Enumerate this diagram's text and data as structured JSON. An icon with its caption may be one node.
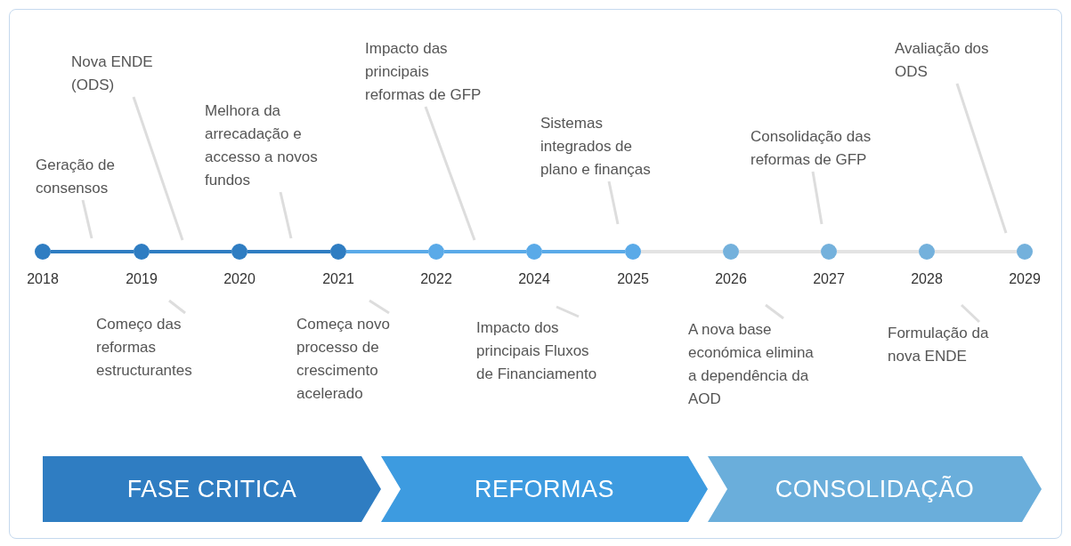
{
  "diagram": {
    "nodes": [
      {
        "text": [
          "2018"
        ]
      },
      {
        "text": [
          "2019"
        ]
      },
      {
        "text": [
          "2020"
        ]
      },
      {
        "text": [
          "2021"
        ]
      },
      {
        "text": [
          "2022"
        ]
      },
      {
        "text": [
          "2024"
        ]
      },
      {
        "text": [
          "2025"
        ]
      },
      {
        "text": [
          "2026"
        ]
      },
      {
        "text": [
          "2027"
        ]
      },
      {
        "text": [
          "2028"
        ]
      },
      {
        "text": [
          "2029"
        ]
      },
      {
        "text": [
          "Geração de consensos"
        ]
      },
      {
        "text": [
          "Nova ENDE (ODS)"
        ]
      },
      {
        "text": [
          "Melhora da arrecadação e accesso a novos fundos"
        ]
      },
      {
        "text": [
          "Impacto das principais reformas de GFP"
        ]
      },
      {
        "text": [
          "Sistemas integrados de plano e finanças"
        ]
      },
      {
        "text": [
          "Consolidação das reformas de GFP"
        ]
      },
      {
        "text": [
          "Avaliação dos ODS"
        ]
      },
      {
        "text": [
          "Começo das reformas estructurantes"
        ]
      },
      {
        "text": [
          "Começa novo processo de crescimento acelerado"
        ]
      },
      {
        "text": [
          "Impacto dos principais Fluxos de Financiamento"
        ]
      },
      {
        "text": [
          "A nova base económica elimina a dependência da AOD"
        ]
      },
      {
        "text": [
          "Formulação da nova ENDE"
        ]
      },
      {
        "text": [
          "FASE CRITICA"
        ]
      },
      {
        "text": [
          "REFORMAS"
        ]
      },
      {
        "text": [
          "CONSOLIDAÇÃO"
        ]
      }
    ],
    "edges": [
      {
        "from": 0,
        "to": 1,
        "arrow": "none",
        "color": "#2f7dc2"
      },
      {
        "from": 1,
        "to": 2,
        "arrow": "none",
        "color": "#2f7dc2"
      },
      {
        "from": 2,
        "to": 3,
        "arrow": "none",
        "color": "#2f7dc2"
      },
      {
        "from": 3,
        "to": 4,
        "arrow": "none",
        "color": "#5aaae8"
      },
      {
        "from": 4,
        "to": 5,
        "arrow": "none",
        "color": "#5aaae8"
      },
      {
        "from": 5,
        "to": 6,
        "arrow": "none",
        "color": "#5aaae8"
      },
      {
        "from": 6,
        "to": 7,
        "arrow": "none",
        "color": "#e3e3e3"
      },
      {
        "from": 7,
        "to": 8,
        "arrow": "none",
        "color": "#e3e3e3"
      },
      {
        "from": 8,
        "to": 9,
        "arrow": "none",
        "color": "#e3e3e3"
      },
      {
        "from": 9,
        "to": 10,
        "arrow": "none",
        "color": "#e3e3e3"
      },
      {
        "from": 11,
        "to": null,
        "arrow": "none"
      },
      {
        "from": 12,
        "to": null,
        "arrow": "none"
      },
      {
        "from": 13,
        "to": null,
        "arrow": "none"
      },
      {
        "from": 14,
        "to": null,
        "arrow": "none"
      },
      {
        "from": 15,
        "to": null,
        "arrow": "none"
      },
      {
        "from": 16,
        "to": null,
        "arrow": "none"
      },
      {
        "from": 17,
        "to": null,
        "arrow": "none"
      },
      {
        "from": 18,
        "to": null,
        "arrow": "none"
      },
      {
        "from": 19,
        "to": null,
        "arrow": "none"
      },
      {
        "from": 20,
        "to": null,
        "arrow": "none"
      },
      {
        "from": 21,
        "to": null,
        "arrow": "none"
      },
      {
        "from": 22,
        "to": null,
        "arrow": "none"
      }
    ]
  }
}
